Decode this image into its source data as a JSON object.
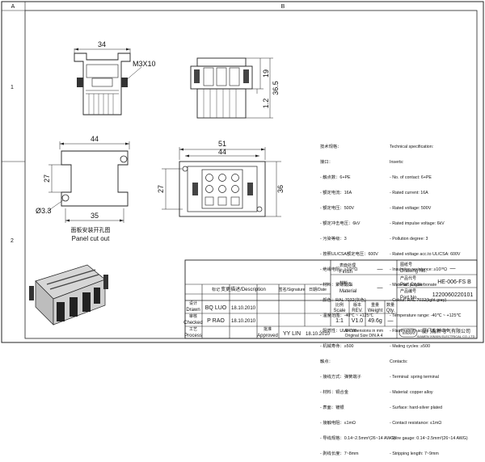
{
  "zone_labels": {
    "top_left": "A",
    "top_right": "B",
    "left": "1",
    "left_mid": "2"
  },
  "dimensions": {
    "top_width": "34",
    "thread": "M3X10",
    "side_19": "19",
    "side_36_5": "36.5",
    "side_1_2": "1.2",
    "cut_width": "44",
    "cut_height": "27",
    "cut_hole": "Ø3.3",
    "cut_base": "35",
    "front_width": "51",
    "front_inner_width": "44",
    "front_height_27": "27",
    "front_height_36": "36"
  },
  "panel_cutout": {
    "label_cn": "面板安装开孔图",
    "label_en": "Panel cut out"
  },
  "spec_cn": {
    "title": "技术规格：",
    "section": "接口：",
    "lines": [
      "- 触点数：6+PE",
      "- 额定电流：16A",
      "- 额定电压：500V",
      "- 额定冲击电压：6kV",
      "- 污染等级：3",
      "- 按照UL/CSA额定电压：600V",
      "- 绝缘电阻：≥10¹⁰Ω",
      "- 材料：聚碳酸酯",
      "- 颜色：RAL 7032(灰色)",
      "- 温度范围：-40℃ ~ +125℃",
      "- 阻燃性：UL94 V0",
      "- 机械寿命：≥500"
    ],
    "section2": "触点：",
    "lines2": [
      "- 接线方式：弹簧端子",
      "- 材料：铜合金",
      "- 表面：镀银",
      "- 接触电阻：≤1mΩ",
      "- 导线规格：0.14~2.5mm²(26~14 AWG)",
      "- 剥线长度：7~8mm"
    ]
  },
  "spec_en": {
    "title": "Technical specification:",
    "section": "Inserts:",
    "lines": [
      "- No. of contact: 6+PE",
      "- Rated current: 16A",
      "- Rated voltage: 500V",
      "- Rated impulse voltage: 6kV",
      "- Pollution degree: 3",
      "- Rated voltage acc.to UL/CSA: 600V",
      "- Insulation resistance: ≥10¹⁰Ω",
      "- Material: polycarbonate",
      "- Colour: RAL 7032(light grey)",
      "- Temperature range: -40℃ ~ +125℃",
      "- Flammability acc.to UL 94: V0",
      "- Mating cycles: ≥500"
    ],
    "section2": "Contacts:",
    "lines2": [
      "- Terminal: spring terminal",
      "- Material: copper alloy",
      "- Surface: hard-silver plated",
      "- Contact resistance: ≤1mΩ",
      "- Wire gauge: 0.14~2.5mm²(26~14 AWG)",
      "- Stripping length: 7~9mm"
    ]
  },
  "title_block": {
    "finish_cn": "表面处理",
    "finish_en": "Finish",
    "finish_value": "—",
    "material_cn": "材料",
    "material_en": "Material",
    "material_value": "—",
    "drawing_no_cn": "图纸号",
    "drawing_no_en": "Drawing No.",
    "drawing_no_value": "—",
    "part_code_cn": "产品代号",
    "part_code_en": "Part Code",
    "part_code_value": "HE-006-FS B",
    "part_no_cn": "产品编号",
    "part_no_en": "Part No.",
    "part_no_value": "1220060220101",
    "rev_header": "变更描述/Description",
    "rev_mark_header": "标记",
    "signature_header": "签名/Signature",
    "date_header": "日期/Date",
    "drawn_cn": "设计",
    "drawn_en": "Drawn",
    "drawn_name": "BQ LUO",
    "drawn_date": "18.10.2010",
    "checked_cn": "审核",
    "checked_en": "Checked",
    "checked_name": "P RAO",
    "checked_date": "18.10.2010",
    "process_cn": "工艺",
    "process_en": "Process",
    "approved_cn": "批准",
    "approved_en": "Approved",
    "approved_name": "YY LIN",
    "approved_date": "18.10.2010",
    "scale_cn": "比例",
    "scale_en": "Scale",
    "scale_value": "1:1",
    "rev_cn": "版本",
    "rev_en": "REV.",
    "rev_value": "V1.0",
    "weight_cn": "重量",
    "weight_en": "Weight",
    "weight_value": "49.6g",
    "qty_cn": "数量",
    "qty_en": "Qty.",
    "qty_value": "—",
    "dims_note": "All Dimensions in mm",
    "sheet_note": "Original Size DIN A 4",
    "logo_text": "XINXIN",
    "company_cn": "厦门鑫新电气有限公司",
    "company_en": "XIAMEN XINXIN ELECTRICAL CO.,LTD."
  }
}
